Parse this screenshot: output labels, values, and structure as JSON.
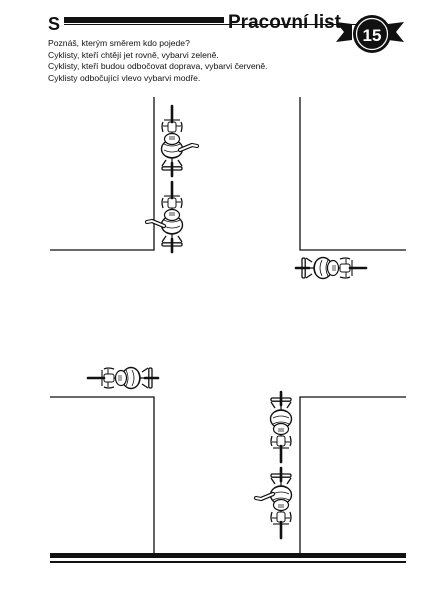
{
  "header": {
    "section_letter": "S",
    "title": "Pracovní list",
    "badge_number": "15"
  },
  "instructions": [
    "Poznáš, kterým směrem kdo pojede?",
    "Cyklisty, kteří chtějí jet rovně, vybarvi zeleně.",
    "Cyklisty, kteří budou odbočovat doprava, vybarvi červeně.",
    "Cyklisty odbočující vlevo vybarvi modře."
  ],
  "cyclists": [
    {
      "label": "cyclist-1",
      "heading": "down",
      "signal": "left-arm"
    },
    {
      "label": "cyclist-2",
      "heading": "down",
      "signal": "right-arm"
    },
    {
      "label": "cyclist-3",
      "heading": "left",
      "signal": "none"
    },
    {
      "label": "cyclist-4",
      "heading": "right",
      "signal": "none"
    },
    {
      "label": "cyclist-5",
      "heading": "up",
      "signal": "none"
    },
    {
      "label": "cyclist-6",
      "heading": "up",
      "signal": "left-arm"
    }
  ]
}
